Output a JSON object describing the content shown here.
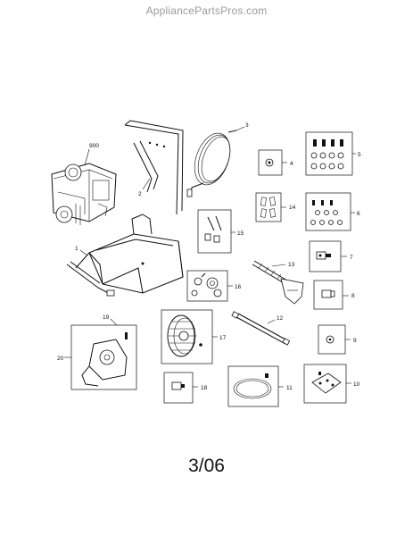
{
  "watermark": "AppliancePartsPros.com",
  "footer": "3/06",
  "callouts": {
    "p1": "1",
    "p2": "2",
    "p3": "3",
    "p4": "4",
    "p5": "5",
    "p6": "6",
    "p7": "7",
    "p8": "8",
    "p9": "9",
    "p10": "10",
    "p11": "11",
    "p12": "12",
    "p13": "13",
    "p14": "14",
    "p15": "15",
    "p16": "16",
    "p17": "17",
    "p18": "18",
    "p19": "19",
    "p20": "20",
    "p900": "900"
  }
}
